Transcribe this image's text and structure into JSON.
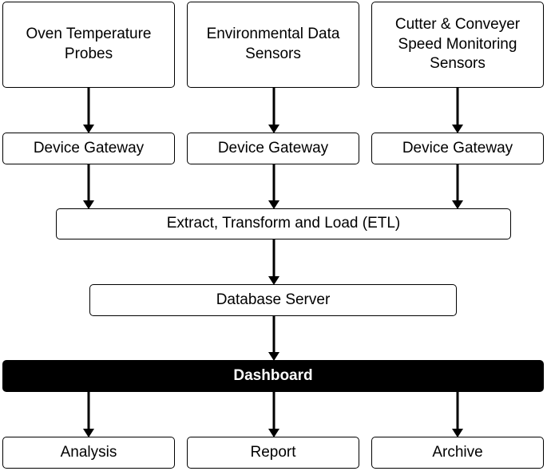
{
  "sources": {
    "oven": "Oven Temperature\nProbes",
    "environmental": "Environmental Data\nSensors",
    "cutter": "Cutter & Conveyer\nSpeed Monitoring\nSensors"
  },
  "gateways": {
    "left": "Device Gateway",
    "middle": "Device Gateway",
    "right": "Device Gateway"
  },
  "etl": "Extract, Transform and Load (ETL)",
  "database": "Database Server",
  "dashboard": "Dashboard",
  "outputs": {
    "analysis": "Analysis",
    "report": "Report",
    "archive": "Archive"
  }
}
